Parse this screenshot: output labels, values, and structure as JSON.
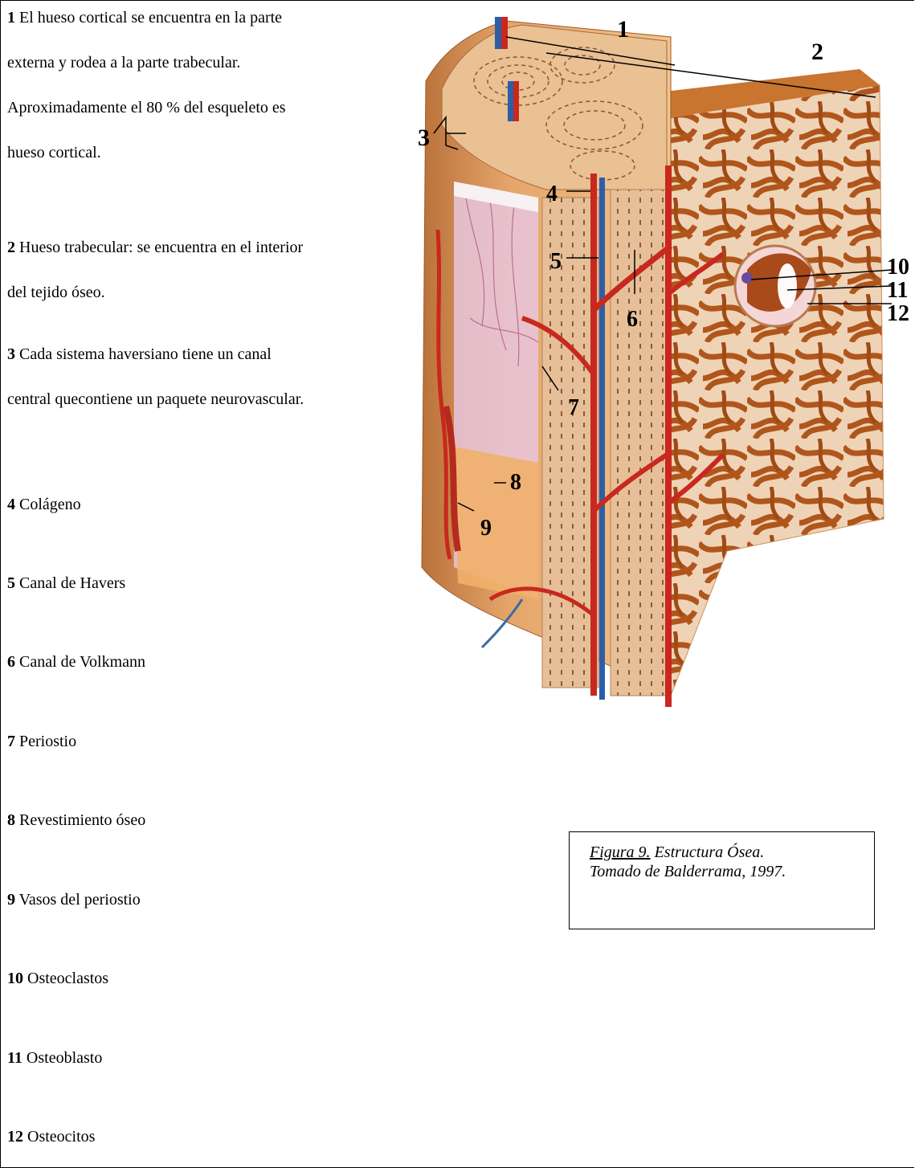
{
  "legend": {
    "items": [
      {
        "num": "1",
        "lines": [
          "El hueso cortical se encuentra en la parte",
          "externa y rodea a la parte trabecular.",
          "Aproximadamente el 80 % del esqueleto es",
          "hueso cortical."
        ]
      },
      {
        "num": "2",
        "lines": [
          "Hueso trabecular: se encuentra en el interior",
          "del tejido óseo."
        ]
      },
      {
        "num": "3",
        "lines": [
          "Cada sistema haversiano tiene un canal",
          "central quecontiene un paquete neurovascular."
        ]
      },
      {
        "num": "4",
        "lines": [
          "Colágeno"
        ]
      },
      {
        "num": "5",
        "lines": [
          "Canal de Havers"
        ]
      },
      {
        "num": "6",
        "lines": [
          "Canal de Volkmann"
        ]
      },
      {
        "num": "7",
        "lines": [
          "Periostio"
        ]
      },
      {
        "num": "8",
        "lines": [
          "Revestimiento óseo"
        ]
      },
      {
        "num": "9",
        "lines": [
          "Vasos del periostio"
        ]
      },
      {
        "num": "10",
        "lines": [
          "Osteoclastos"
        ]
      },
      {
        "num": "11",
        "lines": [
          "Osteoblasto"
        ]
      },
      {
        "num": "12",
        "lines": [
          "Osteocitos"
        ]
      }
    ]
  },
  "figure": {
    "callouts": [
      "1",
      "2",
      "3",
      "4",
      "5",
      "6",
      "7",
      "8",
      "9",
      "10",
      "11",
      "12"
    ]
  },
  "caption": {
    "fig_label": "Figura 9.",
    "title": " Estructura Ósea.",
    "source": "Tomado de Balderrama, 1997."
  }
}
